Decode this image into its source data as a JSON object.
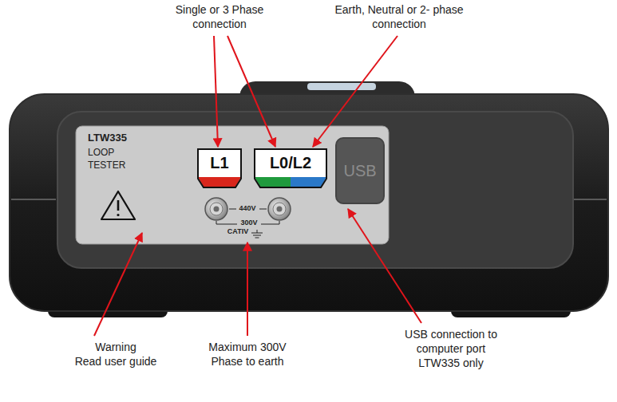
{
  "diagram": {
    "nodes": [
      {
        "text": [
          "L1"
        ]
      },
      {
        "text": [
          "L0/L2"
        ]
      },
      {
        "text": [
          "USB"
        ]
      }
    ],
    "labels": [
      "Single or 3 Phase connection",
      "Earth, Neutral or 2- phase connection",
      "LTW335",
      "LOOP TESTER",
      "440V",
      "300V",
      "CATIV",
      "Warning Read user guide",
      "Maximum 300V Phase to earth",
      "USB connection to computer port LTW335 only"
    ]
  }
}
